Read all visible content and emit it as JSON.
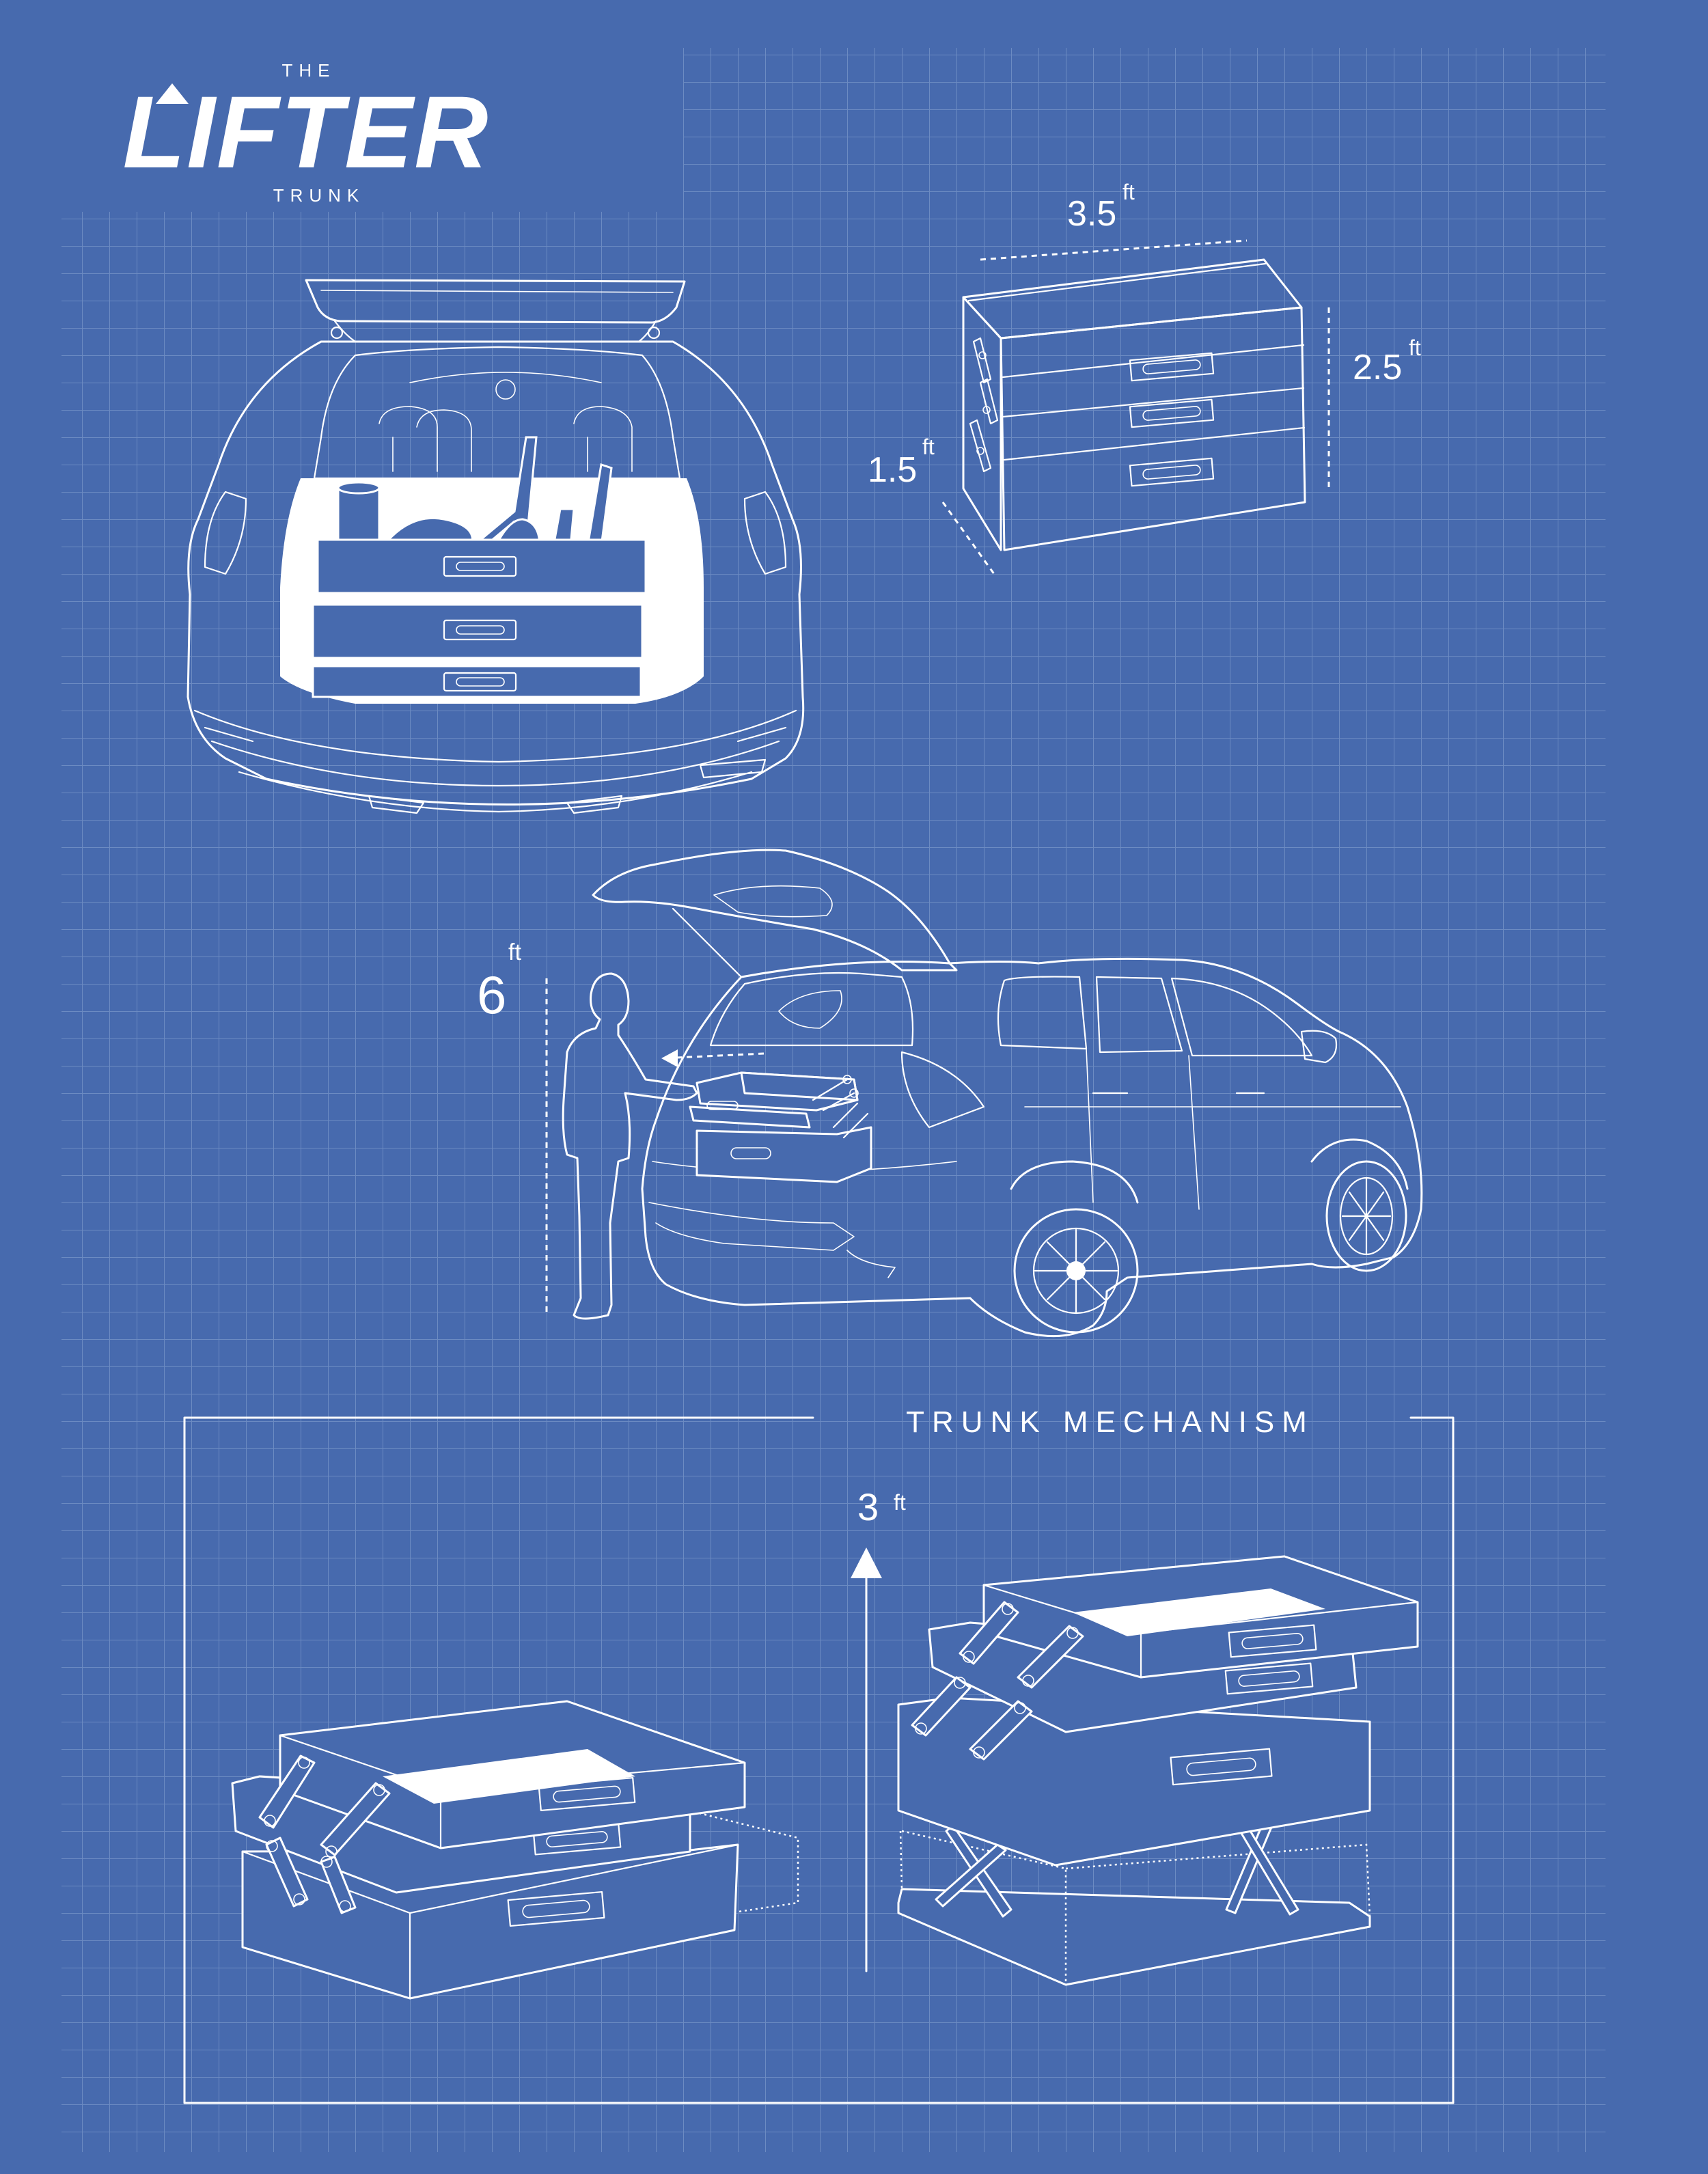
{
  "logo": {
    "top": "THE",
    "main": "LIFTER",
    "bottom": "TRUNK"
  },
  "dimensions": {
    "width": {
      "value": "3.5",
      "unit": "ft"
    },
    "height": {
      "value": "2.5",
      "unit": "ft"
    },
    "depth": {
      "value": "1.5",
      "unit": "ft"
    },
    "person_height": {
      "value": "6",
      "unit": "ft"
    },
    "lift_height": {
      "value": "3",
      "unit": "ft"
    }
  },
  "section": {
    "title": "TRUNK MECHANISM"
  },
  "colors": {
    "background": "#476aae",
    "line": "#ffffff",
    "grid": "#7e9bcc"
  }
}
